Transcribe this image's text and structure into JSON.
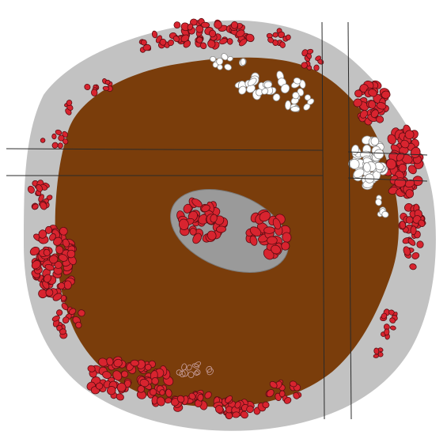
{
  "figure": {
    "background": "#ffffff",
    "colors": {
      "outer_ring": "#c2c2c2",
      "brown_area": "#7a3d0b",
      "inner_ellipse": "#9a9a9a",
      "red_stones": "#d8242f",
      "stone_outline": "#5a0d12",
      "white_stones": "#ffffff",
      "white_outline": "#8a8a8a",
      "lines": "#2a2a2a"
    },
    "regions": [
      {
        "id": "outer-gray-ring",
        "fill": "#c2c2c2"
      },
      {
        "id": "brown-floor",
        "fill": "#7a3d0b"
      },
      {
        "id": "central-gray-ellipse",
        "fill": "#9a9a9a"
      }
    ],
    "elements": [
      {
        "id": "red-stones",
        "type": "scatter-cluster"
      },
      {
        "id": "white-stones",
        "type": "scatter-cluster"
      },
      {
        "id": "small-outlined-stones",
        "type": "scatter-cluster"
      },
      {
        "id": "grid-lines",
        "type": "line-set"
      }
    ]
  }
}
